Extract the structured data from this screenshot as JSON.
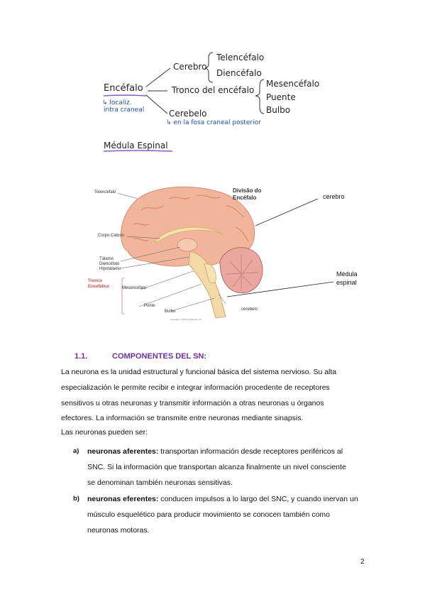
{
  "notes": {
    "encefalo": "Encéfalo",
    "encefalo_note_1": "↳ localiz.",
    "encefalo_note_2": "intra craneal",
    "cerebro": "Cerebro",
    "telencefalo": "Telencéfalo",
    "diencefalo": "Diencéfalo",
    "tronco": "Tronco del encéfalo",
    "mesencefalo": "Mesencéfalo",
    "puente": "Puente",
    "bulbo": "Bulbo",
    "cerebelo": "Cerebelo",
    "cerebelo_note": "↳ en la fosa craneal posterior",
    "medula": "Médula Espinal"
  },
  "figure": {
    "title_line1": "Divisão do",
    "title_line2": "Encéfalo",
    "telencefalo": "Telencéfalo",
    "corpo_caloso": "Corpo Caloso",
    "talamo": "Tálamo",
    "diencefalo": "Diencéfalo",
    "hipotalamo": "Hipotálamo",
    "mesencefalo": "Mesencéfalo",
    "tronco_line1": "Tronco",
    "tronco_line2": "Encefálico",
    "ponte": "Ponte",
    "bulbo": "Bulbo",
    "cerebelo": "cerebelo",
    "copyright": "Copyright © 2011 by Elsevier, Inc."
  },
  "callouts": {
    "cerebro": "cerebro",
    "medula_line1": "Médula",
    "medula_line2": "espinal"
  },
  "section": {
    "number": "1.1.",
    "title": "COMPONENTES DEL SN:"
  },
  "paragraph": {
    "line1": "La neurona es la unidad estructural y funcional básica del sistema nervioso. Su alta",
    "line2": "especialización le permite recibir e integrar información procedente de receptores",
    "line3": "sensitivos u otras neuronas y transmitir información a otras neuronas u órganos",
    "line4": "efectores.  La información se transmite entre neuronas mediante sinapsis."
  },
  "list_intro": "Las neuronas pueden ser:",
  "list": [
    {
      "marker": "a)",
      "term": "neuronas aferentes:",
      "text1": " transportan información desde receptores periféricos al",
      "line2": "SNC. Si la información que transportan alcanza finalmente un nivel consciente",
      "line3": "se denominan también neuronas sensitivas."
    },
    {
      "marker": "b)",
      "term": "neuronas eferentes:",
      "text1": " conducen impulsos a lo largo del SNC, y cuando inervan un",
      "line2": "músculo esquelético para producir movimiento se conocen también como",
      "line3": "neuronas motoras."
    }
  ],
  "page_number": "2"
}
